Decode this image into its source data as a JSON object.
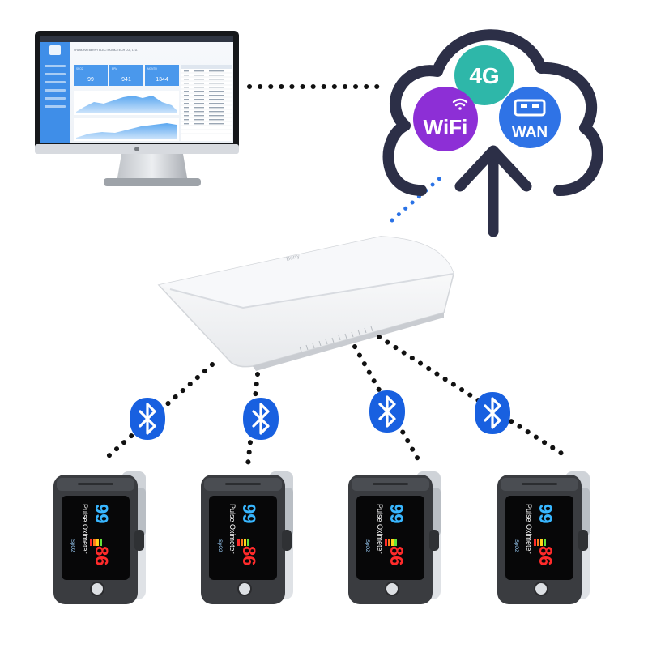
{
  "monitor": {
    "dashboard_title": "SHANGHAI BERRY ELECTRONIC TECH CO., LTD.",
    "cards": [
      {
        "label": "SPO2",
        "value": "99"
      },
      {
        "label": "BPM",
        "value": "941"
      },
      {
        "label": "MONTH",
        "value": "1344"
      }
    ]
  },
  "cloud": {
    "badge_4g": "4G",
    "badge_wifi": "WiFi",
    "badge_wan": "WAN"
  },
  "gateway": {
    "brand": "Berry"
  },
  "oximeters": [
    {
      "label": "Pulse Oximeter",
      "spo2": "99",
      "pulse": "86"
    },
    {
      "label": "Pulse Oximeter",
      "spo2": "99",
      "pulse": "86"
    },
    {
      "label": "Pulse Oximeter",
      "spo2": "99",
      "pulse": "86"
    },
    {
      "label": "Pulse Oximeter",
      "spo2": "99",
      "pulse": "86"
    }
  ],
  "colors": {
    "cloud_stroke": "#2c2f47",
    "badge_4g": "#2eb7a9",
    "badge_wifi": "#8d2fd6",
    "badge_wan": "#2f73e6",
    "bluetooth": "#1860e0",
    "link_dots": "#111111",
    "wifi_link": "#2a72e6",
    "dashboard_blue": "#3f8ee8"
  }
}
